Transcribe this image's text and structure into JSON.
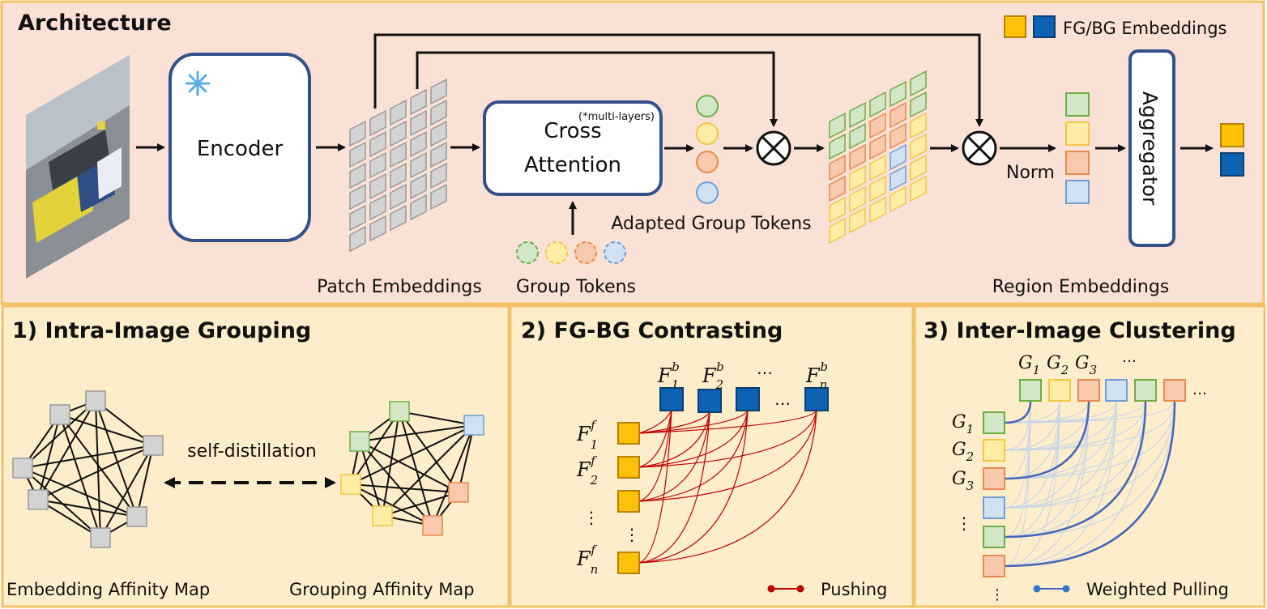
{
  "architecture": {
    "title": "Architecture",
    "encoder_label": "Encoder",
    "frozen_icon": "snowflake-icon",
    "cross_attention_line1": "Cross",
    "cross_attention_line2": "Attention",
    "multi_layers_note": "(*multi-layers)",
    "patch_embeddings_label": "Patch Embeddings",
    "group_tokens_label": "Group Tokens",
    "adapted_group_tokens_label": "Adapted Group Tokens",
    "norm_label": "Norm",
    "aggregator_label": "Aggregator",
    "region_embeddings_label": "Region Embeddings",
    "legend_label": "FG/BG Embeddings"
  },
  "panel1": {
    "title": "1) Intra-Image Grouping",
    "self_distillation_label": "self-distillation",
    "embedding_map_label": "Embedding Affinity Map",
    "grouping_map_label": "Grouping Affinity Map"
  },
  "panel2": {
    "title": "2) FG-BG Contrasting",
    "top_labels": [
      {
        "base": "F",
        "sub": "1",
        "sup": "b"
      },
      {
        "base": "F",
        "sub": "2",
        "sup": "b"
      },
      {
        "base": "…",
        "sub": "",
        "sup": ""
      },
      {
        "base": "F",
        "sub": "n",
        "sup": "b"
      }
    ],
    "left_labels": [
      {
        "base": "F",
        "sub": "1",
        "sup": "f"
      },
      {
        "base": "F",
        "sub": "2",
        "sup": "f"
      },
      {
        "base": "⋮",
        "sub": "",
        "sup": ""
      },
      {
        "base": "F",
        "sub": "n",
        "sup": "f"
      }
    ],
    "dots_h": "…",
    "dots_v": "⋮",
    "legend_label": "Pushing"
  },
  "panel3": {
    "title": "3) Inter-Image Clustering",
    "top_labels": [
      {
        "base": "G",
        "sub": "1"
      },
      {
        "base": "G",
        "sub": "2"
      },
      {
        "base": "G",
        "sub": "3"
      }
    ],
    "left_labels": [
      {
        "base": "G",
        "sub": "1"
      },
      {
        "base": "G",
        "sub": "2"
      },
      {
        "base": "G",
        "sub": "3"
      }
    ],
    "dots_top": "…",
    "dots_right": "…",
    "dots_left": "⋮",
    "dots_bottom": "⋮",
    "legend_label": "Weighted Pulling"
  },
  "colors": {
    "arch_bg": "#f9e1d5",
    "panel_bg": "#fdedcb",
    "panel_border": "#f3c267",
    "box_stroke": "#35508a",
    "green_fill": "#d2e7c6",
    "green_stroke": "#70ad47",
    "yellow_fill": "#ffeda6",
    "yellow_stroke": "#f2c744",
    "orange_fill": "#f8c9ac",
    "orange_stroke": "#ea8a50",
    "blue_fill": "#cfe1f3",
    "blue_stroke": "#6f9fd6",
    "gray_fill": "#d3d3d3",
    "fg_orange": "#fec009",
    "fg_orange_stroke": "#b78200",
    "bg_blue": "#0d62b4",
    "bg_blue_stroke": "#0c3e72",
    "push_red": "#c00000",
    "pull_blue": "#4667b9",
    "pull_blue_light": "#c7d5ea"
  }
}
